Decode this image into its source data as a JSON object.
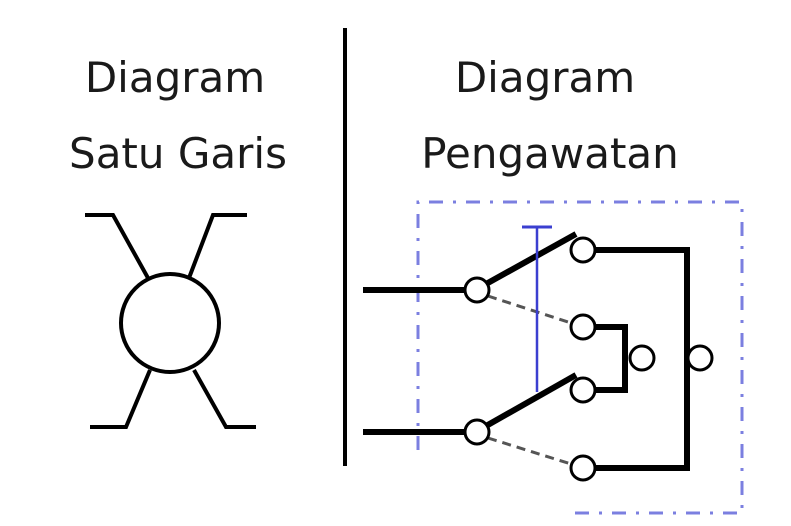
{
  "left_panel": {
    "title_line1": "Diagram",
    "title_line2": "Satu Garis"
  },
  "right_panel": {
    "title_line1": "Diagram",
    "title_line2": "Pengawatan"
  },
  "colors": {
    "line": "#000000",
    "frame": "#7b7fe0",
    "actuator": "#3b3fd0"
  }
}
